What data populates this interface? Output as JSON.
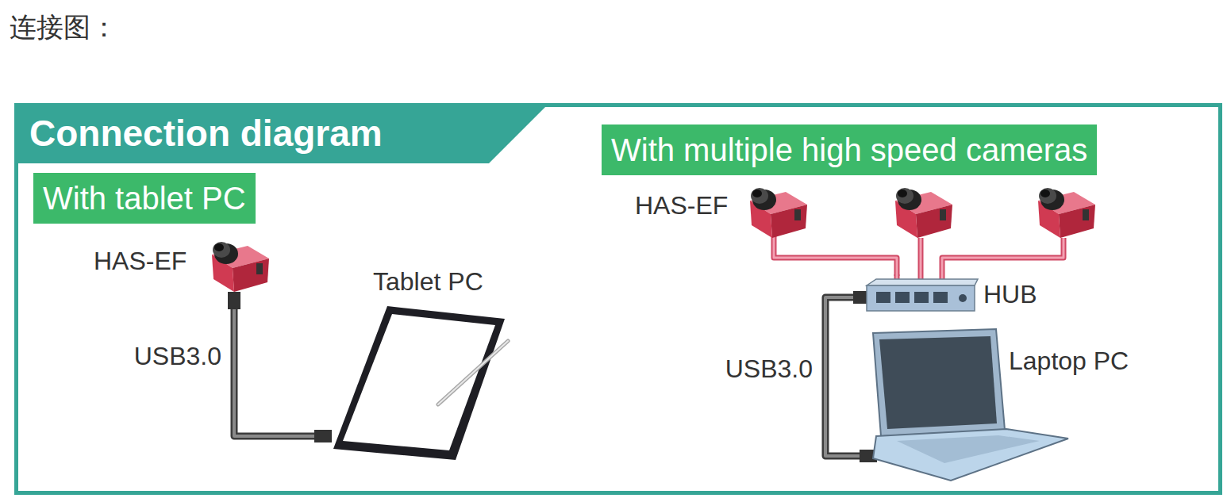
{
  "diagram": {
    "title": "连接图：",
    "nodes": [
      {
        "text": [
          "Connection diagram"
        ]
      },
      {
        "text": [
          "With tablet PC"
        ],
        "in": 0
      },
      {
        "text": [
          "With multiple high speed cameras"
        ],
        "in": 0
      },
      {
        "text": [
          "HAS-EF"
        ],
        "in": 0
      },
      {
        "text": [
          "Tablet PC"
        ],
        "in": 0
      },
      {
        "text": [
          "HAS-EF"
        ],
        "in": 0
      },
      {
        "text": [
          "HUB"
        ],
        "in": 0
      },
      {
        "text": [
          "Laptop PC"
        ],
        "in": 0
      }
    ],
    "edges": [
      {
        "from": 3,
        "to": 4,
        "arrow": "none",
        "label": "USB3.0"
      },
      {
        "from": 5,
        "to": 6,
        "arrow": "none"
      },
      {
        "from": 6,
        "to": 7,
        "arrow": "none",
        "label": "USB3.0"
      }
    ]
  }
}
